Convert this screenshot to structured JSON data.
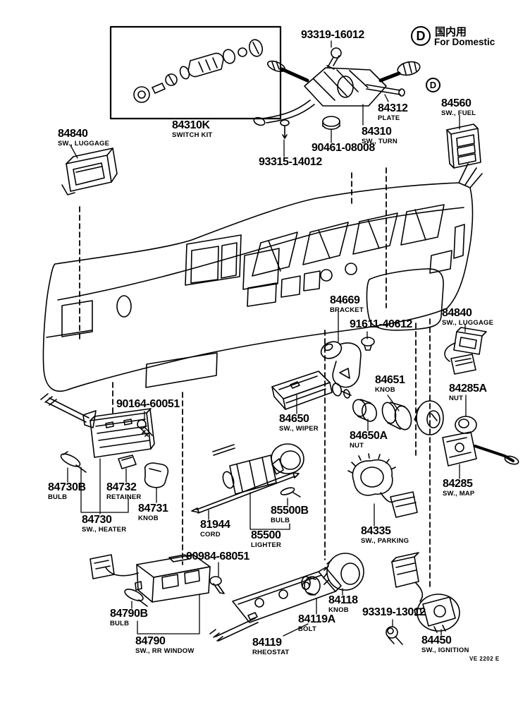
{
  "page": {
    "background": "#ffffff",
    "ink": "#000000"
  },
  "domestic": {
    "letter": "D",
    "jp": "国内用",
    "en": "For Domestic"
  },
  "domestic_secondary": {
    "letter": "D"
  },
  "footnote": "VE 2202 E",
  "labels": [
    {
      "num": "93319-16012",
      "desc": ""
    },
    {
      "num": "84312",
      "desc": "PLATE"
    },
    {
      "num": "84310",
      "desc": "SW., TURN"
    },
    {
      "num": "84560",
      "desc": "SW., FUEL"
    },
    {
      "num": "84310K",
      "desc": "SWITCH KIT"
    },
    {
      "num": "84840",
      "desc": "SW., LUGGAGE"
    },
    {
      "num": "90461-08008",
      "desc": ""
    },
    {
      "num": "93315-14012",
      "desc": ""
    },
    {
      "num": "84669",
      "desc": "BRACKET"
    },
    {
      "num": "91611-40612",
      "desc": ""
    },
    {
      "num": "84840",
      "desc": "SW., LUGGAGE"
    },
    {
      "num": "84285A",
      "desc": "NUT"
    },
    {
      "num": "84651",
      "desc": "KNOB"
    },
    {
      "num": "84650",
      "desc": "SW., WIPER"
    },
    {
      "num": "84650A",
      "desc": "NUT"
    },
    {
      "num": "84285",
      "desc": "SW., MAP"
    },
    {
      "num": "90164-60051",
      "desc": ""
    },
    {
      "num": "84730B",
      "desc": "BULB"
    },
    {
      "num": "84732",
      "desc": "RETAINER"
    },
    {
      "num": "84731",
      "desc": "KNOB"
    },
    {
      "num": "84730",
      "desc": "SW., HEATER"
    },
    {
      "num": "81944",
      "desc": "CORD"
    },
    {
      "num": "85500B",
      "desc": "BULB"
    },
    {
      "num": "85500",
      "desc": "LIGHTER"
    },
    {
      "num": "84335",
      "desc": "SW., PARKING"
    },
    {
      "num": "90984-68051",
      "desc": ""
    },
    {
      "num": "84790B",
      "desc": "BULB"
    },
    {
      "num": "84790",
      "desc": "SW., RR WINDOW"
    },
    {
      "num": "84119",
      "desc": "RHEOSTAT"
    },
    {
      "num": "84119A",
      "desc": "BOLT"
    },
    {
      "num": "84118",
      "desc": "KNOB"
    },
    {
      "num": "93319-13012",
      "desc": ""
    },
    {
      "num": "84450",
      "desc": "SW., IGNITION"
    }
  ]
}
